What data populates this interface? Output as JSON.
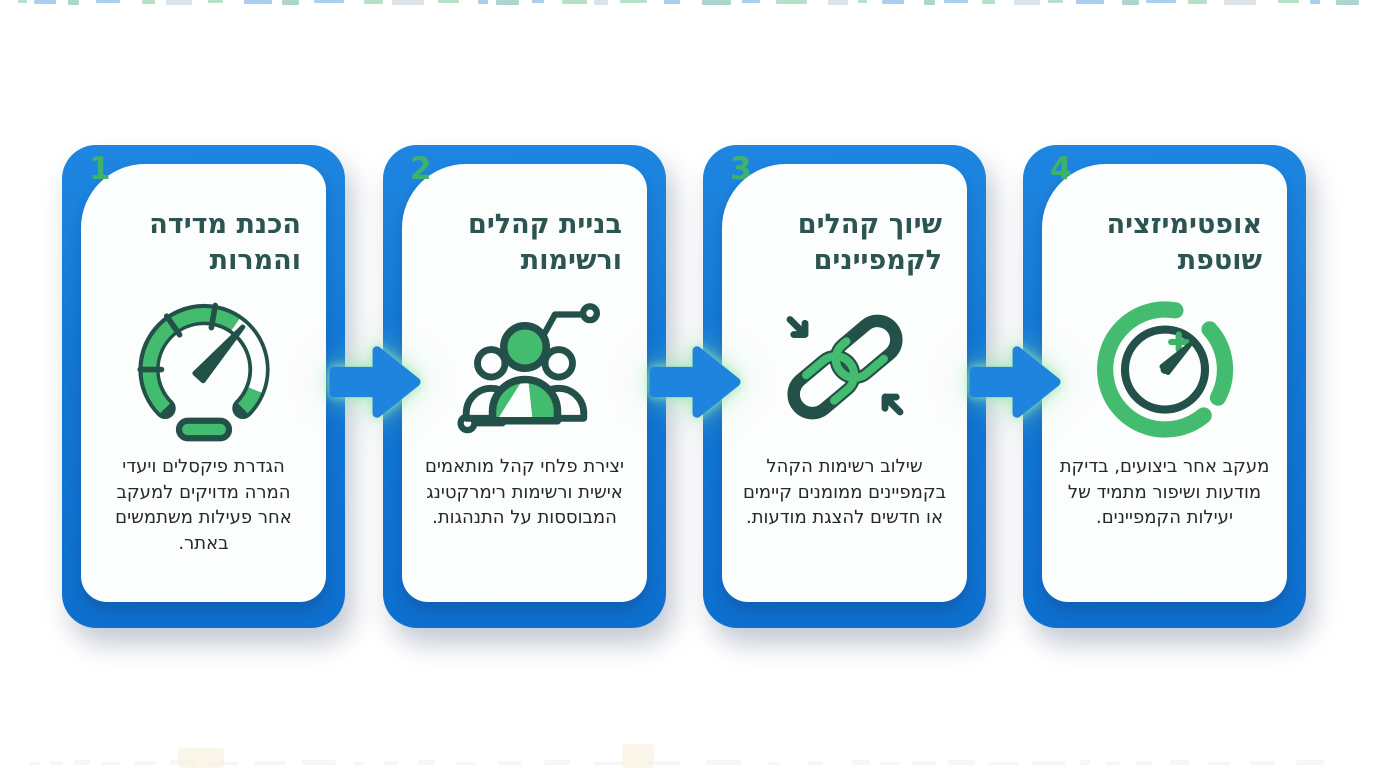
{
  "infographic": {
    "language": "he",
    "direction": "rtl",
    "flow": "left-to-right",
    "steps": [
      {
        "number": "1",
        "title": "הכנת מדידה והמרות",
        "description": "הגדרת פיקסלים ויעדי המרה מדויקים למעקב אחר פעילות משתמשים באתר.",
        "icon": "speedometer-icon"
      },
      {
        "number": "2",
        "title": "בניית קהלים ורשימות",
        "description": "יצירת פלחי קהל מותאמים אישית ורשימות רימרקטינג המבוססות על התנהגות.",
        "icon": "audience-segments-icon"
      },
      {
        "number": "3",
        "title": "שיוך קהלים לקמפיינים",
        "description": "שילוב רשימות הקהל בקמפיינים ממומנים קיימים או חדשים להצגת מודעות.",
        "icon": "chain-link-icon"
      },
      {
        "number": "4",
        "title": "אופטימיזציה שוטפת",
        "description": "מעקב אחר ביצועים, בדיקת מודעות ושיפור מתמיד של יעילות הקמפיינים.",
        "icon": "optimization-gauge-icon"
      }
    ],
    "connectors": {
      "count": 3,
      "icon": "arrow-right-icon",
      "direction": "right"
    },
    "colors": {
      "card_blue": "#1277d4",
      "arrow_blue": "#1e84de",
      "accent_green": "#3eb268",
      "icon_green": "#44bc6f",
      "icon_dark": "#24504a",
      "title_text": "#2c5450",
      "body_text": "#26282b",
      "card_bg": "#fcfdfd",
      "page_bg": "#ffffff",
      "glow_green": "#96e6b0"
    }
  }
}
